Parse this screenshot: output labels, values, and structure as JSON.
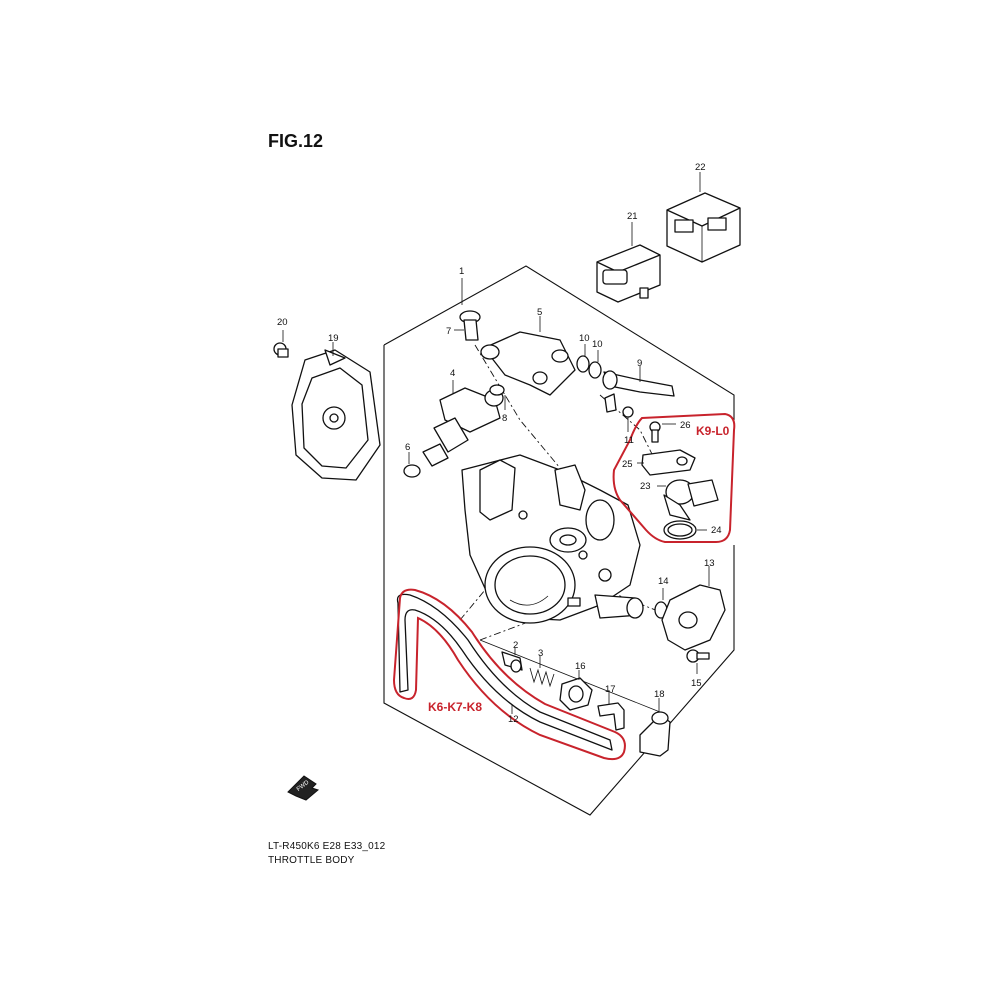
{
  "figure": {
    "title": "FIG.12",
    "model_code": "LT-R450K6 E28 E33_012",
    "subtitle": "THROTTLE BODY"
  },
  "fwd_label": "FWD",
  "callouts": [
    "1",
    "2",
    "3",
    "4",
    "5",
    "6",
    "7",
    "8",
    "9",
    "10",
    "10",
    "11",
    "12",
    "13",
    "14",
    "15",
    "16",
    "17",
    "18",
    "19",
    "20",
    "21",
    "22",
    "23",
    "24",
    "25",
    "26"
  ],
  "variants": [
    {
      "label": "K9-L0",
      "color": "#c8232c"
    },
    {
      "label": "K6-K7-K8",
      "color": "#c8232c"
    }
  ],
  "colors": {
    "ink": "#111111",
    "highlight": "#c8232c"
  }
}
